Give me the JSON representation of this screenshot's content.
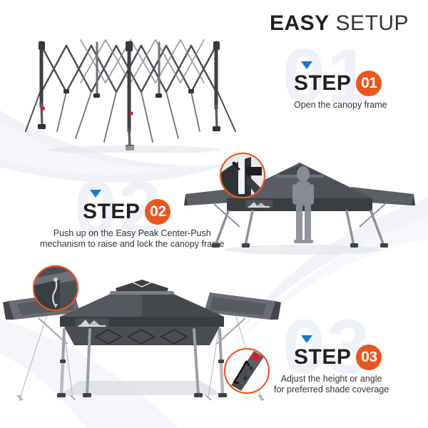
{
  "page": {
    "title_strong": "EASY",
    "title_light": "SETUP",
    "background_color": "#ffffff",
    "accent_orange": "#e8561e",
    "accent_blue": "#1779d0",
    "text_dark": "#231f20",
    "watermark_color": "#eef2f8",
    "canopy_color": "#4a4d52"
  },
  "watermarks": {
    "one": "01",
    "two": "02",
    "three": "03"
  },
  "steps": [
    {
      "word": "STEP",
      "number": "01",
      "caption": "Open the canopy frame",
      "marker": "triangle-down-icon"
    },
    {
      "word": "STEP",
      "number": "02",
      "caption_line1": "Push up on the Easy Peak Center-Push",
      "caption_line2": "mechanism to raise and lock the canopy frame",
      "marker": "triangle-down-icon"
    },
    {
      "word": "STEP",
      "number": "03",
      "caption_line1": "Adjust the height or angle",
      "caption_line2": "for preferred shade coverage",
      "marker": "triangle-down-icon"
    }
  ],
  "illustrations": {
    "frame": "collapsed-canopy-frame-illustration",
    "canopy_step2": "canopy-with-person-illustration",
    "canopy_step3": "canopy-with-awnings-illustration",
    "inset_step2": "center-push-mechanism-closeup",
    "inset_step3_left": "peak-latch-closeup",
    "inset_step3_right": "leg-height-adjust-closeup"
  }
}
